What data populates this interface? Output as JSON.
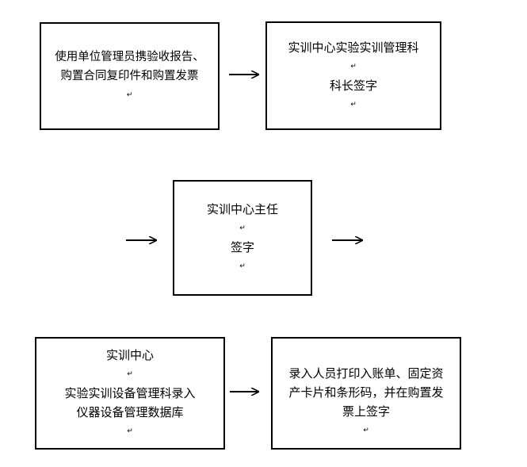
{
  "flow": {
    "step1": {
      "lines": [
        "使用单位管理员携验收报告、",
        "购置合同复印件和购置发票"
      ],
      "mark": "↵"
    },
    "step2": {
      "lines": [
        "实训中心实验实训管理科",
        "科长签字"
      ],
      "mark": "↵"
    },
    "step3": {
      "lines": [
        "实训中心主任",
        "签字"
      ],
      "mark": "↵"
    },
    "step4": {
      "lines": [
        "实训中心",
        "实验实训设备管理科录入",
        "仪器设备管理数据库"
      ],
      "mark": "↵"
    },
    "step5": {
      "lines": [
        "录入人员打印入账单、固定资",
        "产卡片和条形码，并在购置发",
        "票上签字"
      ],
      "mark": "↵"
    }
  },
  "colors": {
    "border": "#000000",
    "text": "#000000",
    "background": "#ffffff"
  }
}
